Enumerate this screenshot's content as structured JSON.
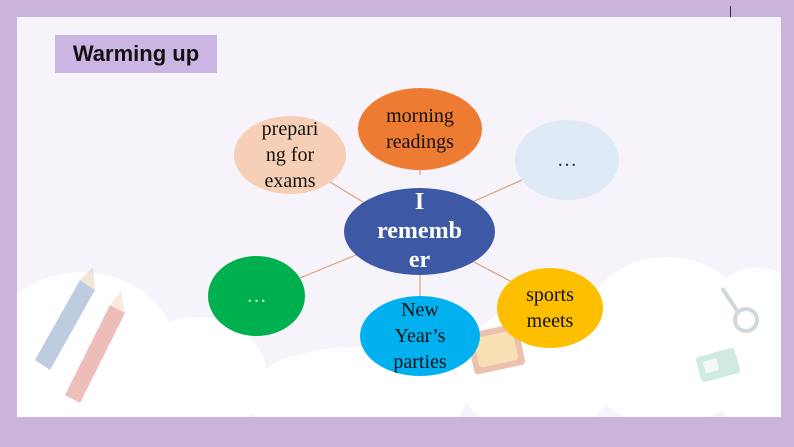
{
  "header": {
    "title": "Warming up"
  },
  "diagram": {
    "center": {
      "label": "I rememb er",
      "color": "#3d58a4"
    },
    "nodes": [
      {
        "label": "prepari ng for exams",
        "color": "#f6cfb6"
      },
      {
        "label": "morning readings",
        "color": "#ed7c32"
      },
      {
        "label": "…",
        "color": "#deeaf6"
      },
      {
        "label": "sports meets",
        "color": "#fdbf00"
      },
      {
        "label": "New Year’s parties",
        "color": "#00b0ef"
      },
      {
        "label": "…",
        "color": "#00b04f"
      }
    ]
  },
  "colors": {
    "frame": "#cbb4dc",
    "title_highlight": "#cdb5e3",
    "connector": "#d8a27a"
  }
}
